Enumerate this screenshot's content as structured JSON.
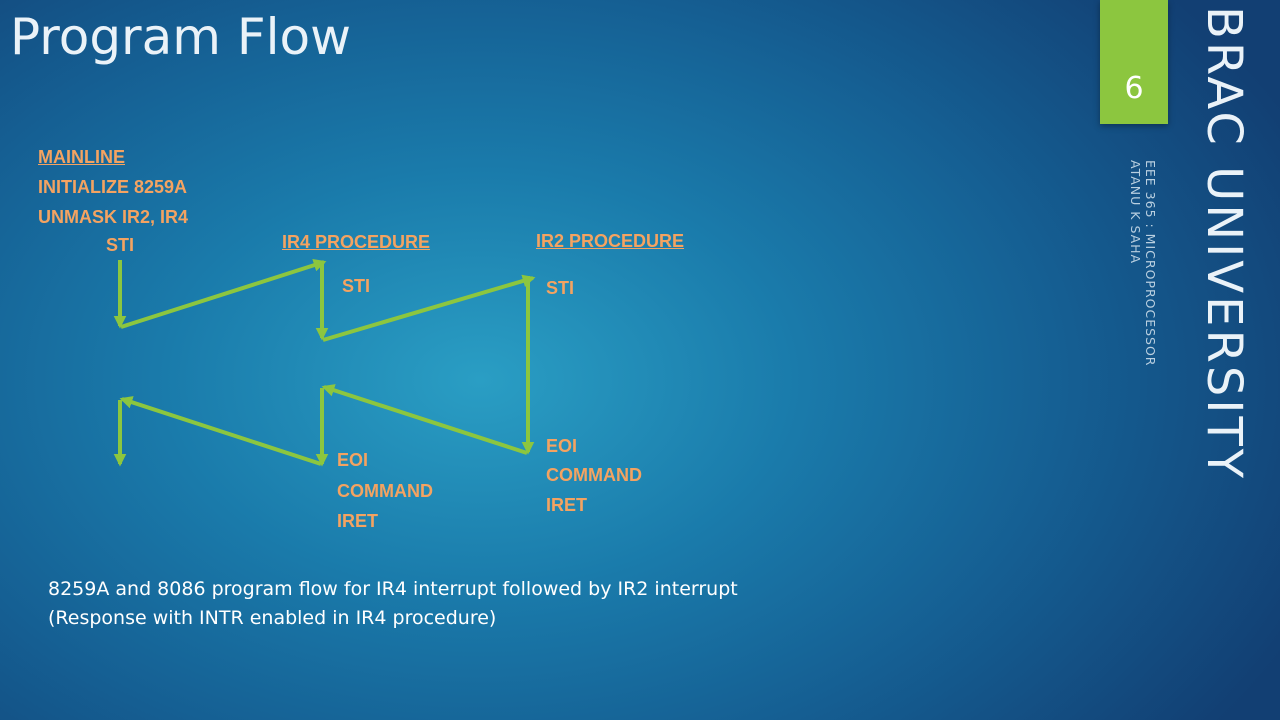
{
  "slide": {
    "title": "Program Flow",
    "page_number": "6",
    "brand": "BRAC UNIVERSITY",
    "course": "EEE 365 : MICROPROCESSOR",
    "author": "ATANU K SAHA"
  },
  "mainline": {
    "heading": "MAINLINE",
    "line1": "INITIALIZE 8259A",
    "line2": "UNMASK IR2, IR4",
    "line3": "STI"
  },
  "ir4": {
    "heading": "IR4 PROCEDURE",
    "sti": "STI",
    "eoi": "EOI",
    "command": "COMMAND",
    "iret": "IRET"
  },
  "ir2": {
    "heading": "IR2 PROCEDURE",
    "sti": "STI",
    "eoi": "EOI",
    "command": "COMMAND",
    "iret": "IRET"
  },
  "caption": {
    "line1": "8259A and 8086 program  flow for IR4 interrupt followed by IR2 interrupt",
    "line2": "(Response with INTR enabled in IR4 procedure)"
  },
  "colors": {
    "arrow": "#8cc63f",
    "label": "#f4a361",
    "badge": "#8cc63f"
  }
}
